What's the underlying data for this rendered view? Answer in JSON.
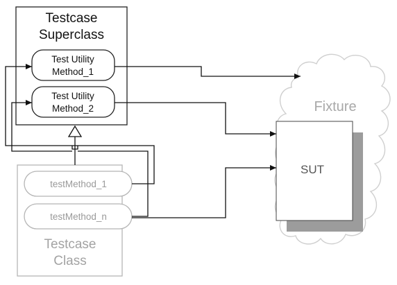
{
  "superclass": {
    "title_line1": "Testcase",
    "title_line2": "Superclass"
  },
  "utility_methods": [
    {
      "line1": "Test Utility",
      "line2": "Method_1"
    },
    {
      "line1": "Test Utility",
      "line2": "Method_2"
    }
  ],
  "testcase_class": {
    "title_line1": "Testcase",
    "title_line2": "Class",
    "methods": [
      "testMethod_1",
      "testMethod_n"
    ]
  },
  "fixture": {
    "label": "Fixture"
  },
  "sut": {
    "label": "SUT"
  },
  "colors": {
    "line": "#111111",
    "grey_outline": "#b5b5b5",
    "sut_shadow": "#9c9c9c",
    "cloud_outline": "#c8c8c8"
  }
}
